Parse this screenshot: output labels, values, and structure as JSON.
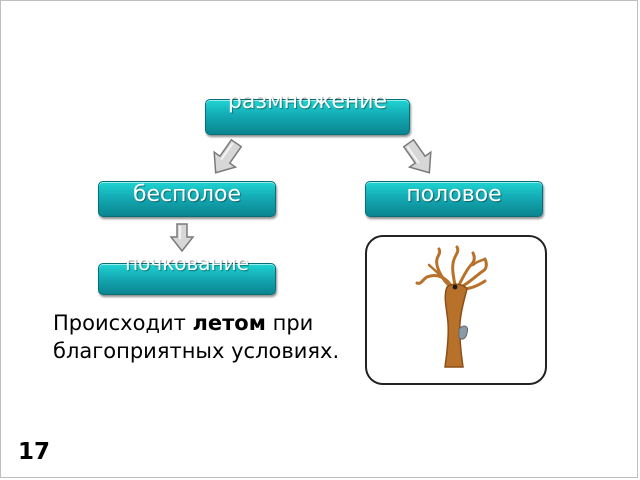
{
  "diagram": {
    "root": "размножение",
    "asexual": "бесполое",
    "sexual": "половое",
    "budding": "почкование"
  },
  "description": {
    "prefix": "Происходит ",
    "bold": "летом",
    "rest": "при благоприятных условиях."
  },
  "illustration": {
    "subject": "hydra-icon",
    "body_color": "#b8712a"
  },
  "page_number": "17",
  "colors": {
    "box_gradient_top": "#1fd5d2",
    "box_gradient_bottom": "#0a8590",
    "arrow_fill": "#d7d7d7"
  }
}
